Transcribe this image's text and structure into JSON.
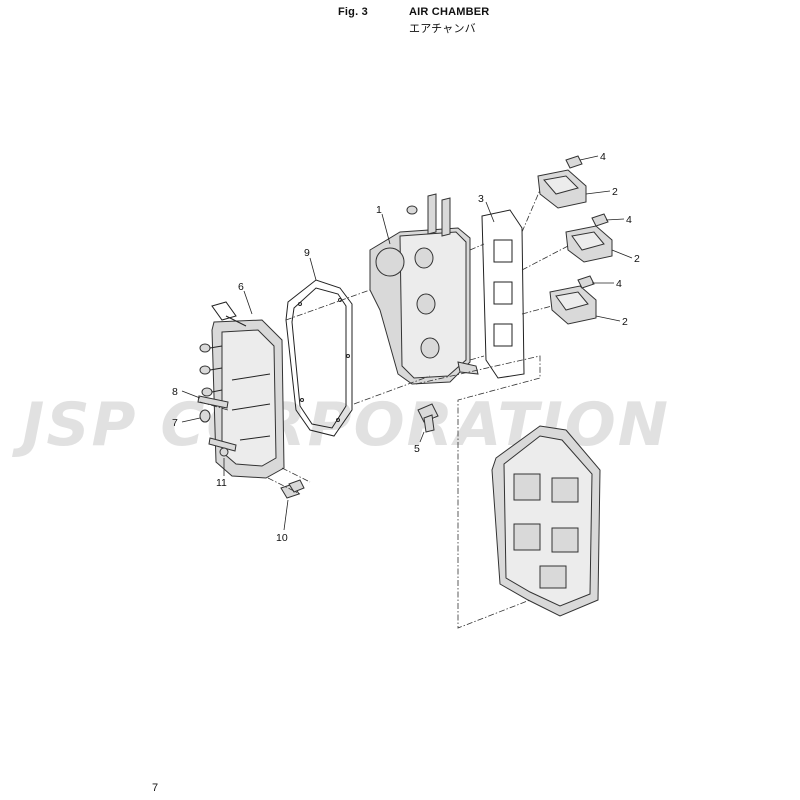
{
  "header": {
    "fig_number": "Fig. 3",
    "title_en": "AIR CHAMBER",
    "title_jp": "エアチャンバ"
  },
  "watermark": "JSP CORPORATION",
  "page_number": "7",
  "callouts": [
    "1",
    "2",
    "2",
    "2",
    "3",
    "4",
    "4",
    "4",
    "5",
    "6",
    "7",
    "8",
    "9",
    "10",
    "11"
  ],
  "colors": {
    "line": "#222222",
    "part_fill": "#d9d9d9",
    "watermark": "#c8c8c8"
  }
}
